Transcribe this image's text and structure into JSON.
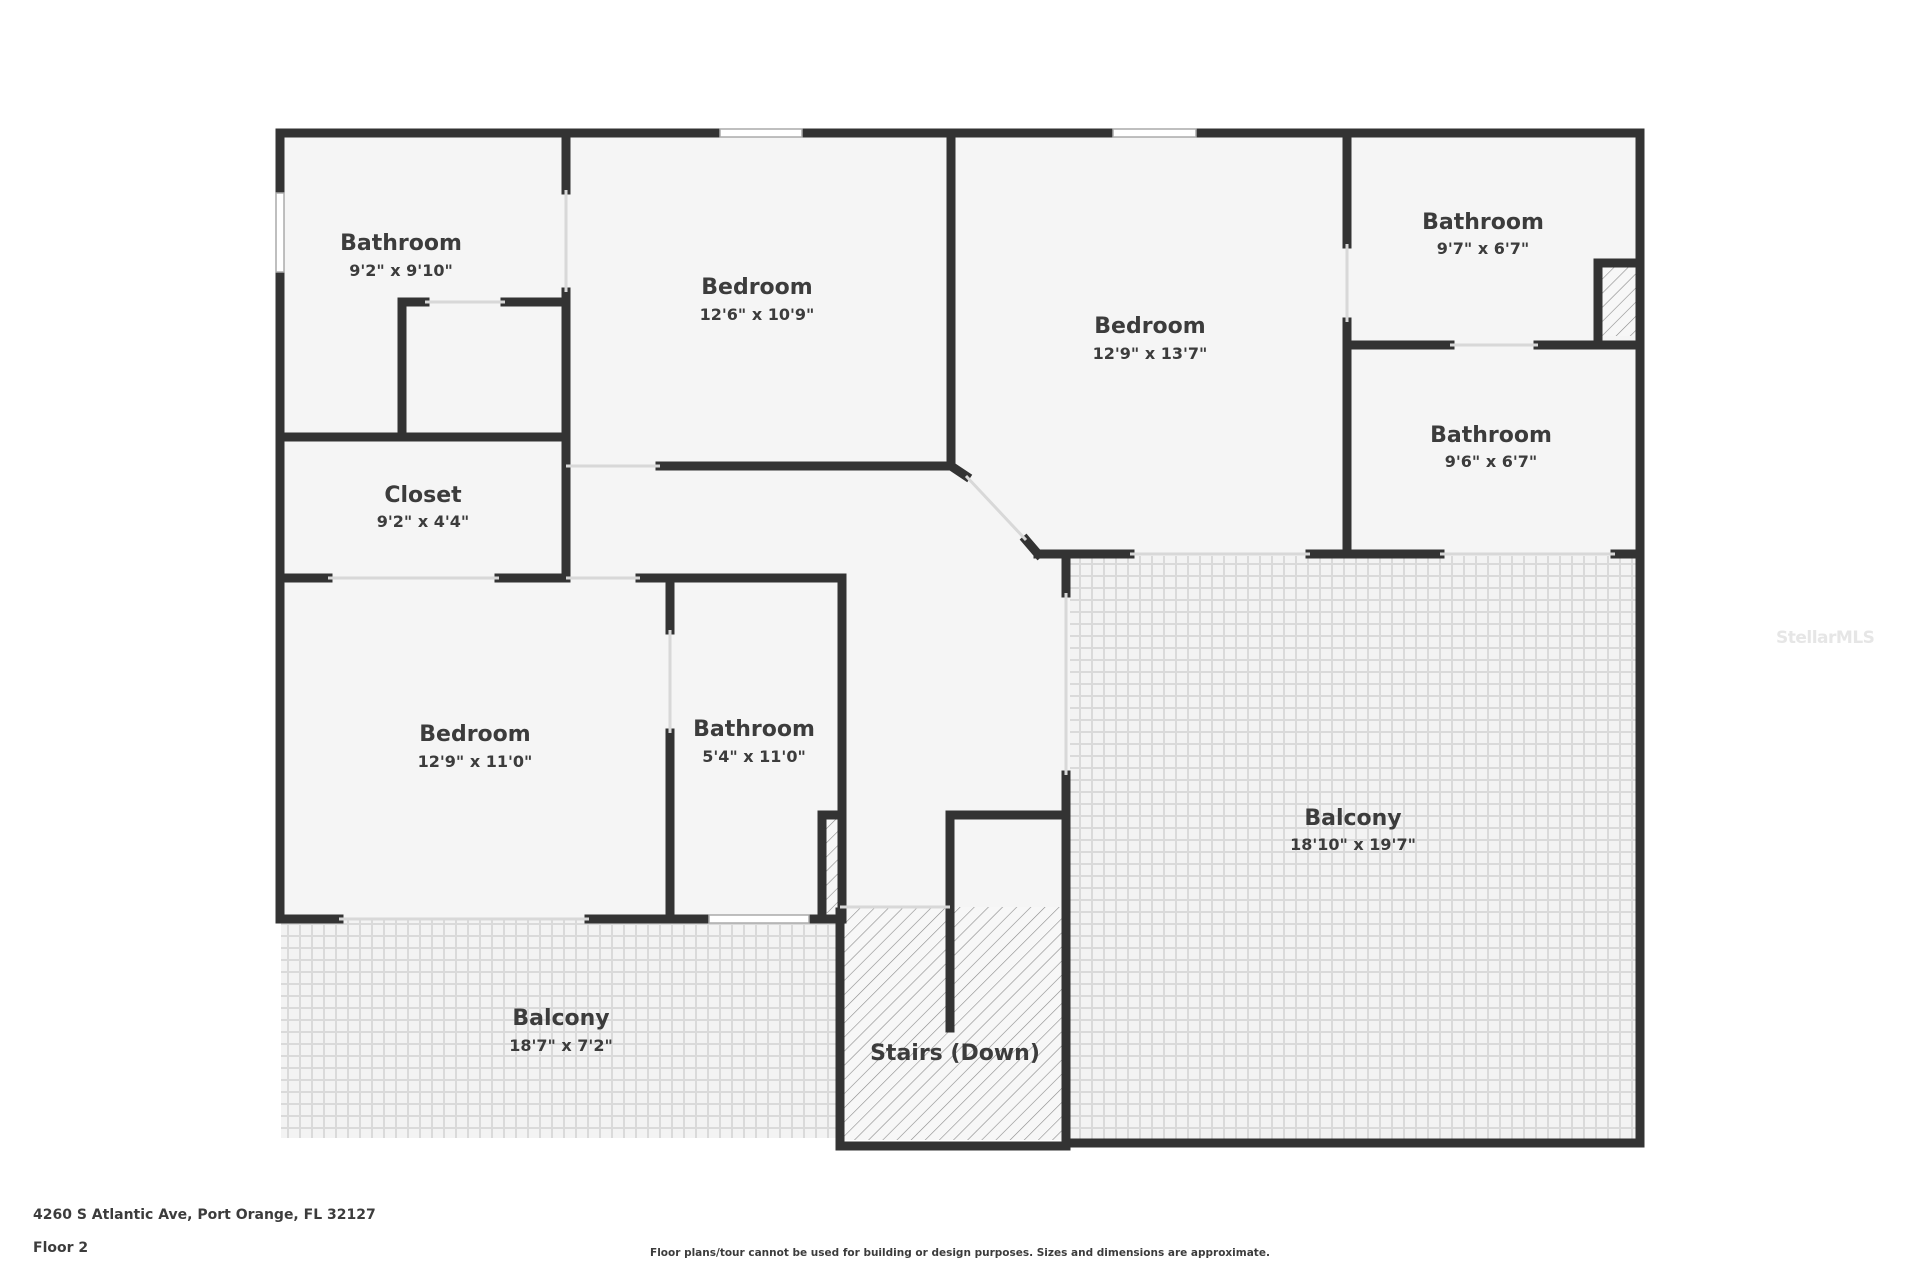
{
  "rooms": {
    "bath_nw": {
      "name": "Bathroom",
      "dims": "9'2\" x 9'10\""
    },
    "bed_n1": {
      "name": "Bedroom",
      "dims": "12'6\" x 10'9\""
    },
    "bed_n2": {
      "name": "Bedroom",
      "dims": "12'9\" x 13'7\""
    },
    "bath_ne1": {
      "name": "Bathroom",
      "dims": "9'7\" x 6'7\""
    },
    "bath_ne2": {
      "name": "Bathroom",
      "dims": "9'6\" x 6'7\""
    },
    "closet": {
      "name": "Closet",
      "dims": "9'2\" x 4'4\""
    },
    "bed_sw": {
      "name": "Bedroom",
      "dims": "12'9\" x 11'0\""
    },
    "bath_s": {
      "name": "Bathroom",
      "dims": "5'4\" x 11'0\""
    },
    "balcony_e": {
      "name": "Balcony",
      "dims": "18'10\" x 19'7\""
    },
    "balcony_sw": {
      "name": "Balcony",
      "dims": "18'7\" x 7'2\""
    },
    "stairs": {
      "name": "Stairs (Down)"
    }
  },
  "footer": {
    "address": "4260 S Atlantic Ave, Port Orange, FL 32127",
    "floor": "Floor 2",
    "disclaimer": "Floor plans/tour cannot be used for building or design purposes. Sizes and dimensions are approximate."
  },
  "watermark": "StellarMLS",
  "colors": {
    "wall": "#333333",
    "floor": "#f5f5f5",
    "window": "#dcdcdc"
  }
}
